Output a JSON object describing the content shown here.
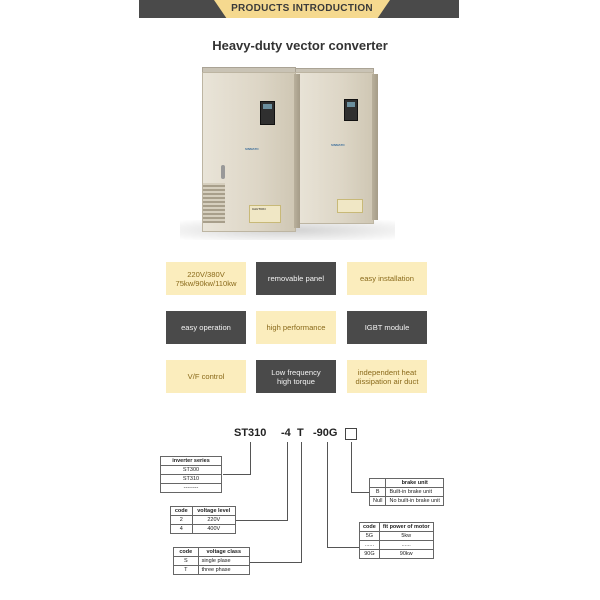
{
  "banner": {
    "title": "PRODUCTS INTRODUCTION"
  },
  "page_title": "Heavy-duty vector converter",
  "product_image": {
    "brand_text": "SINMATO",
    "warning_label": "CAUTION"
  },
  "features": [
    {
      "label": "220V/380V\n75kw/90kw/110kw",
      "style": "light"
    },
    {
      "label": "removable panel",
      "style": "dark"
    },
    {
      "label": "easy installation",
      "style": "light"
    },
    {
      "label": "easy operation",
      "style": "dark"
    },
    {
      "label": "high performance",
      "style": "light"
    },
    {
      "label": "IGBT module",
      "style": "dark"
    },
    {
      "label": "V/F control",
      "style": "light"
    },
    {
      "label": "Low frequency\nhigh torque",
      "style": "dark"
    },
    {
      "label": "independent heat\ndissipation air duct",
      "style": "light"
    }
  ],
  "model_code": {
    "series": "ST310",
    "voltage": "-4",
    "phase": "T",
    "power": "-90G"
  },
  "tables": {
    "inverter_series": {
      "header": "inverter series",
      "rows": [
        "ST300",
        "ST310",
        "--------"
      ]
    },
    "voltage_level": {
      "headers": [
        "code",
        "voltage level"
      ],
      "rows": [
        [
          "2",
          "220V"
        ],
        [
          "4",
          "400V"
        ]
      ]
    },
    "voltage_class": {
      "headers": [
        "code",
        "voltage class"
      ],
      "rows": [
        [
          "S",
          "single plase"
        ],
        [
          "T",
          "three phase"
        ]
      ]
    },
    "brake_unit": {
      "header": "brake unit",
      "rows": [
        [
          "B",
          "Built-in brake unit"
        ],
        [
          "Null",
          "No built-in brake unit"
        ]
      ]
    },
    "motor_power": {
      "headers": [
        "code",
        "fit power of motor"
      ],
      "rows": [
        [
          "5G",
          "5kw"
        ],
        [
          "......",
          "......"
        ],
        [
          "90G",
          "90kw"
        ]
      ]
    }
  }
}
